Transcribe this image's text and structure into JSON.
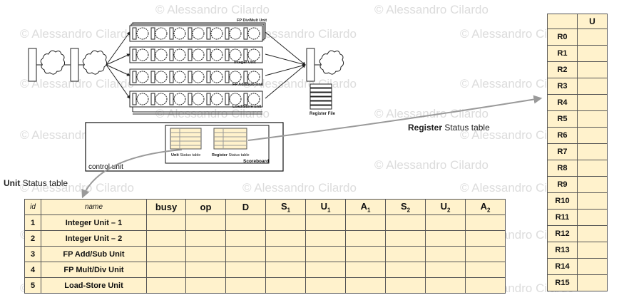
{
  "watermark": "© Alessandro Cilardo",
  "pipeline": {
    "fp_div_mult_label": "FP Div/Mult Unit",
    "integer_label": "Integer Unit",
    "fp_add_sub_label": "FP Add/Sub Unit",
    "load_store_label": "Load/Store unit",
    "register_file_label": "Register File"
  },
  "control_unit": {
    "label": "control unit",
    "scoreboard_label": "Scoreboard",
    "unit_status_mini_bold": "Unit",
    "unit_status_mini_rest": "Status table",
    "register_status_mini_bold": "Register",
    "register_status_mini_rest": "Status table"
  },
  "register_status_label": {
    "bold": "Register",
    "rest": "Status table"
  },
  "unit_status_label": {
    "bold": "Unit",
    "rest": "Status table"
  },
  "unit_status_table": {
    "headers": {
      "id": "id",
      "name": "name",
      "busy": "busy",
      "op": "op",
      "D": "D",
      "S1": "S",
      "S1_sub": "1",
      "U1": "U",
      "U1_sub": "1",
      "A1": "A",
      "A1_sub": "1",
      "S2": "S",
      "S2_sub": "2",
      "U2": "U",
      "U2_sub": "2",
      "A2": "A",
      "A2_sub": "2"
    },
    "rows": [
      {
        "id": "1",
        "name": "Integer Unit – 1"
      },
      {
        "id": "2",
        "name": "Integer Unit – 2"
      },
      {
        "id": "3",
        "name": "FP Add/Sub Unit"
      },
      {
        "id": "4",
        "name": "FP Mult/Div Unit"
      },
      {
        "id": "5",
        "name": "Load-Store Unit"
      }
    ]
  },
  "register_status_table": {
    "header": "U",
    "registers": [
      "R0",
      "R1",
      "R2",
      "R3",
      "R4",
      "R5",
      "R6",
      "R7",
      "R8",
      "R9",
      "R10",
      "R11",
      "R12",
      "R13",
      "R14",
      "R15"
    ]
  },
  "colors": {
    "table_fill": "#fff2cc",
    "arrow": "#9a9a9a",
    "border": "#555555"
  }
}
